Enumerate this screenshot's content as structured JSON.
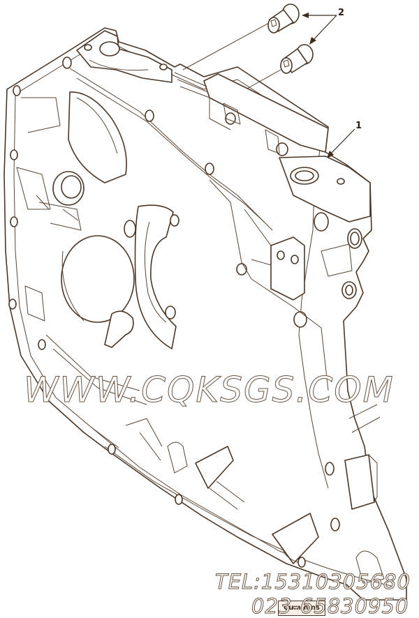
{
  "figure": {
    "type": "exploded-parts-illustration",
    "subject": "engine gear housing / front cover with dowel pins",
    "line_color": "#4a3626",
    "background": "#ffffff"
  },
  "callouts": [
    {
      "id": "callout-1",
      "label": "1",
      "target": "gear housing"
    },
    {
      "id": "callout-2",
      "label": "2",
      "target": "dowel pins (x2)"
    }
  ],
  "nameplate": {
    "label": "Cummins"
  },
  "watermarks": {
    "url": "WWW.CQKSGS.COM",
    "tel": "TEL:15310305680",
    "phone": "023-65830950"
  }
}
